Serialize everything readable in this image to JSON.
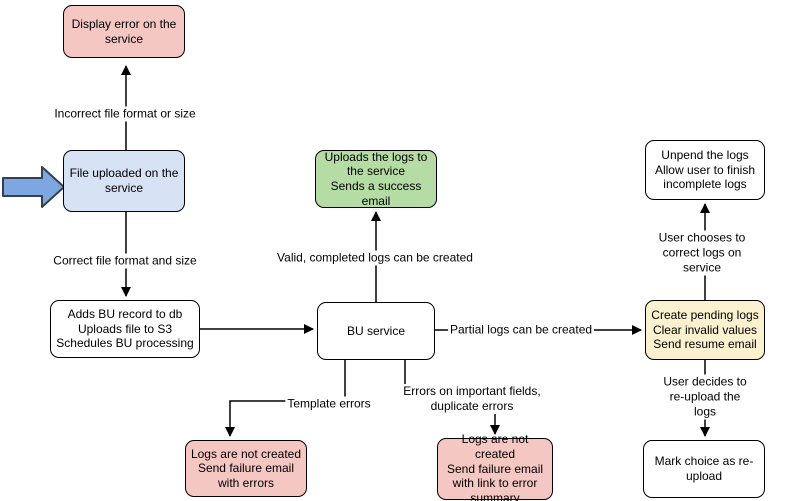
{
  "diagram": {
    "type": "flowchart",
    "colors": {
      "pink_fill": "#F4C7C3",
      "blue_fill": "#D7E3F4",
      "green_fill": "#B5DCA5",
      "yellow_fill": "#FBF1CF",
      "white_fill": "#FFFFFF",
      "pointer_arrow_fill": "#7EA6E0",
      "line_color": "#000000"
    },
    "nodes": {
      "display_error": {
        "label": "Display error on the\nservice"
      },
      "file_uploaded": {
        "label": "File uploaded on the\nservice"
      },
      "adds_bu": {
        "label": "Adds BU record to db\nUploads file to S3\nSchedules BU processing"
      },
      "uploads_logs": {
        "label": "Uploads the logs to\nthe service\nSends a success\nemail"
      },
      "bu_service": {
        "label": "BU service"
      },
      "logs_not_created_errors": {
        "label": "Logs are not created\nSend failure email\nwith errors"
      },
      "logs_not_created_summary": {
        "label": "Logs are not created\nSend failure email\nwith link to error\nsummary"
      },
      "unpend_logs": {
        "label": "Unpend the logs\nAllow user to finish\nincomplete logs"
      },
      "create_pending_logs": {
        "label": "Create pending logs\nClear invalid values\nSend resume email"
      },
      "mark_choice": {
        "label": "Mark choice as re-\nupload"
      }
    },
    "edge_labels": {
      "incorrect_file": "Incorrect file format or size",
      "correct_file": "Correct file format and size",
      "valid_logs": "Valid, completed logs can be created",
      "partial_logs": "Partial logs can be created",
      "template_errors": "Template errors",
      "important_fields": "Errors on important fields,\nduplicate errors",
      "user_chooses": "User chooses to correct logs on service",
      "user_decides": "User decides to re-upload the logs"
    }
  }
}
